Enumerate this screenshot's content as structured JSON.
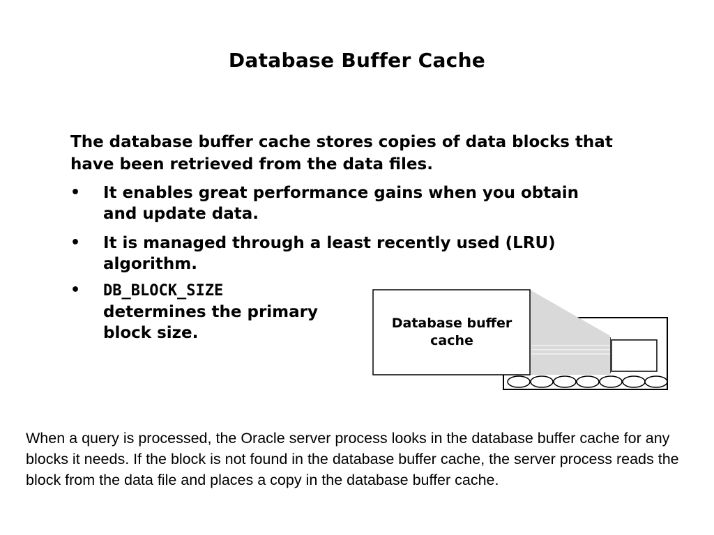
{
  "slide": {
    "title": "Database Buffer Cache",
    "intro": "The database buffer cache stores copies of data blocks that have been retrieved from the data files.",
    "bullets": [
      {
        "marker": "•",
        "text": "It enables great performance gains when you obtain and update data."
      },
      {
        "marker": "•",
        "text": "It is managed through a least recently used (LRU) algorithm."
      },
      {
        "marker": "•",
        "code": "DB_BLOCK_SIZE",
        "text": "determines the primary block size."
      }
    ],
    "diagram": {
      "label": "Database buffer cache"
    },
    "notes": "When a query is processed, the Oracle server process looks in the database buffer cache for any blocks it needs. If the block is not found in the database buffer cache, the server process reads the block from the data file and places a copy in the database buffer cache."
  }
}
